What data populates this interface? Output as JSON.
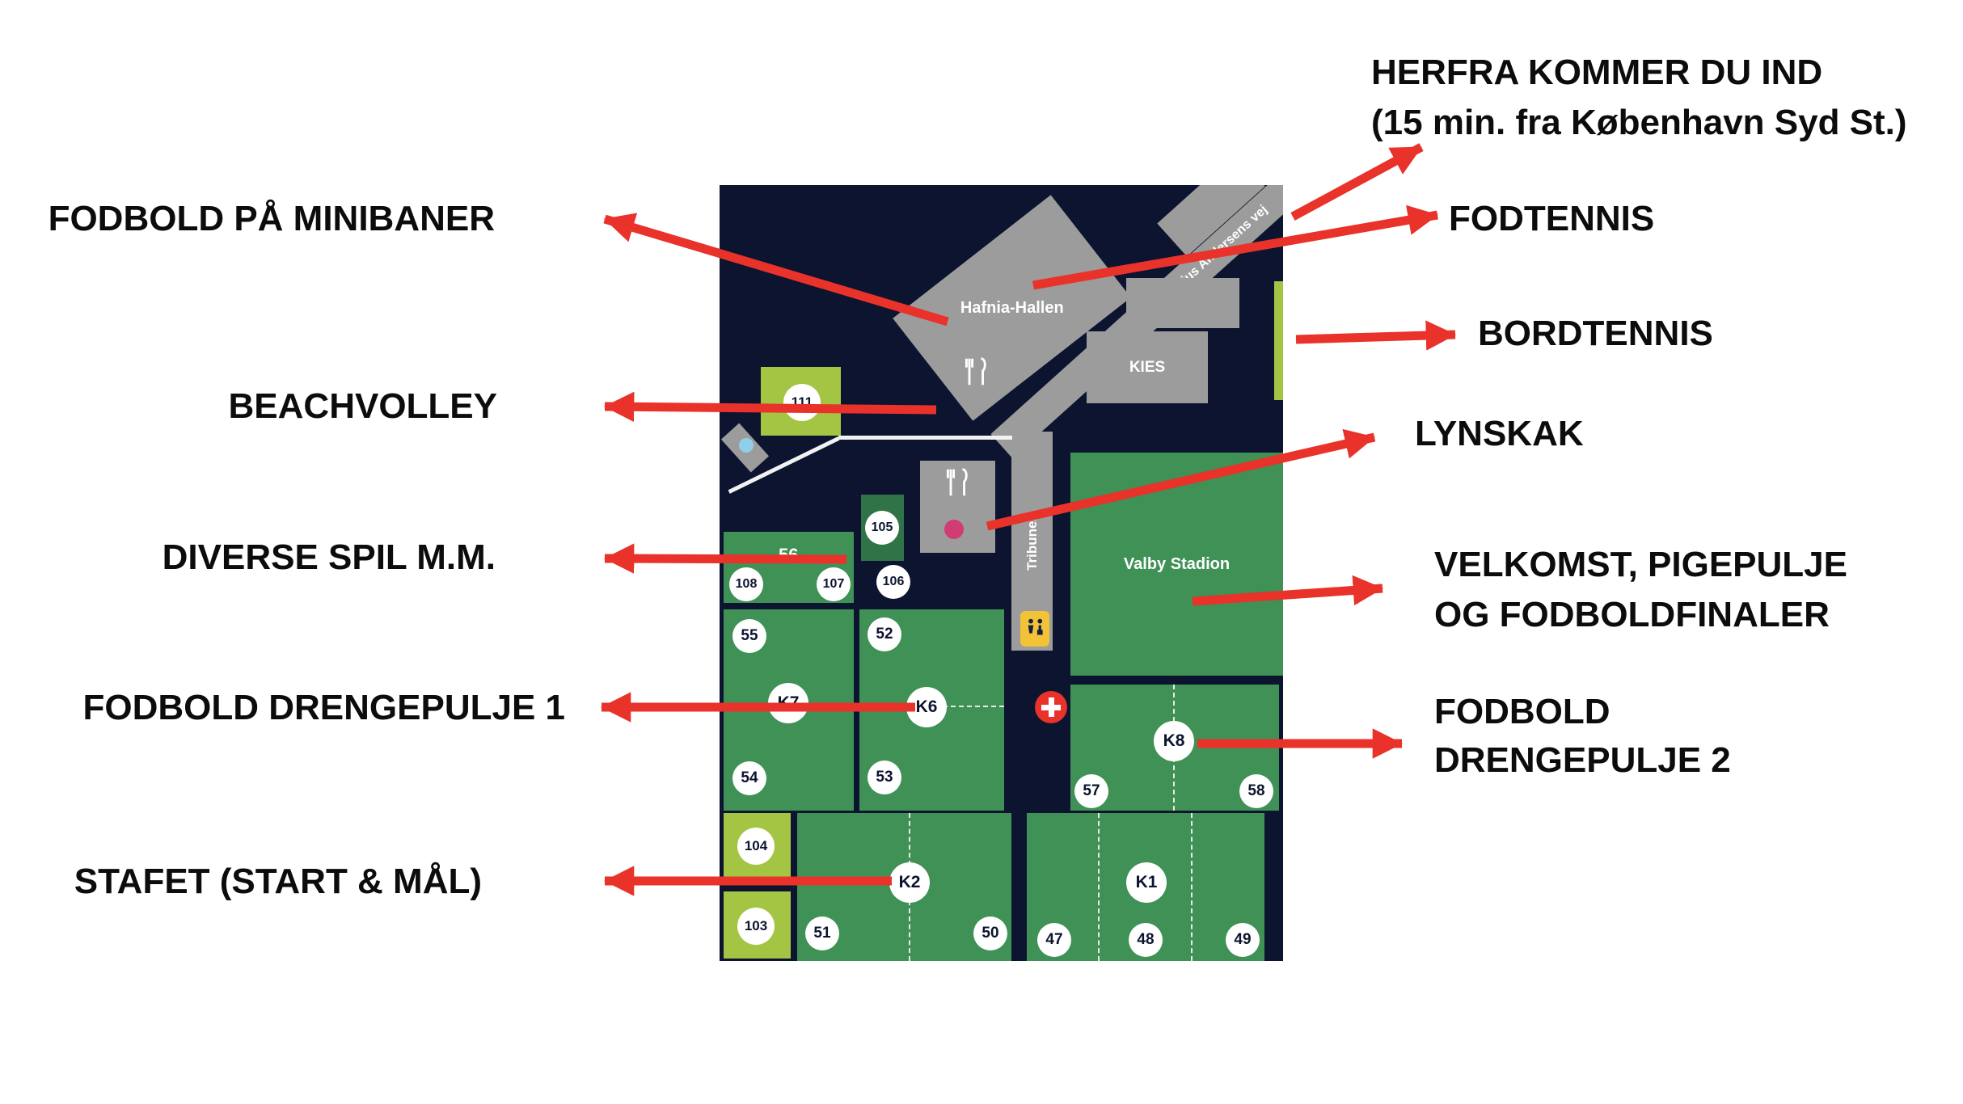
{
  "callouts": {
    "herfra_line1": "HERFRA KOMMER DU IND",
    "herfra_line2": "(15 min. fra København Syd St.)",
    "fodbold_minibaner": "FODBOLD PÅ MINIBANER",
    "fodtennis": "FODTENNIS",
    "bordtennis": "BORDTENNIS",
    "beachvolley": "BEACHVOLLEY",
    "lynskak": "LYNSKAK",
    "diverse_spil": "DIVERSE SPIL M.M.",
    "velkomst_line1": "VELKOMST, PIGEPULJE",
    "velkomst_line2": "OG FODBOLDFINALER",
    "drengepulje1": "FODBOLD DRENGEPULJE 1",
    "drengepulje2_line1": "FODBOLD",
    "drengepulje2_line2": "DRENGEPULJE 2",
    "stafet": "STAFET (START & MÅL)"
  },
  "map": {
    "hafnia": "Hafnia-Hallen",
    "kies": "KIES",
    "road": "Julius Andersens vej",
    "tribunen": "Tribunen",
    "stadion": "Valby Stadion",
    "area56": "56",
    "fields": {
      "k7": "K7",
      "k6": "K6",
      "k8": "K8",
      "k2": "K2",
      "k1": "K1"
    },
    "markers": {
      "m111": "111",
      "m105": "105",
      "m106": "106",
      "m107": "107",
      "m108": "108",
      "m56": "56",
      "m55": "55",
      "m54": "54",
      "m52": "52",
      "m53": "53",
      "m57": "57",
      "m58": "58",
      "m104": "104",
      "m103": "103",
      "m51": "51",
      "m50": "50",
      "m47": "47",
      "m48": "48",
      "m49": "49"
    }
  },
  "icons": {
    "restaurant": "fork-and-knife",
    "first_aid": "red-cross",
    "toilet": "wc-figures",
    "lynskak_dot": "pink-dot",
    "beach_dot": "blue-dot"
  },
  "colors": {
    "map_background": "#0c142f",
    "field_green": "#3f9156",
    "light_green": "#a4c544",
    "building_gray": "#9c9c9c",
    "arrow_red": "#e8322a",
    "first_aid_red": "#e8322a",
    "lynskak_pink": "#d23c74",
    "toilet_yellow": "#f2c337",
    "beach_blue": "#8fd0e8",
    "label_black": "#0c0c0c"
  }
}
